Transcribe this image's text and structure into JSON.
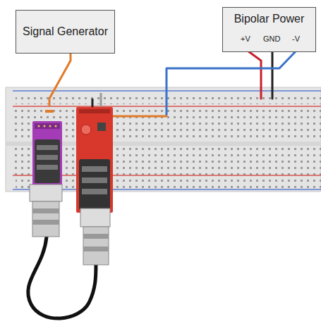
{
  "diagram": {
    "nodes": [
      {
        "text": [
          "Signal Generator"
        ]
      },
      {
        "text": [
          "Bipolar Power"
        ]
      }
    ],
    "labels": [
      "+V",
      "GND",
      "-V"
    ]
  }
}
